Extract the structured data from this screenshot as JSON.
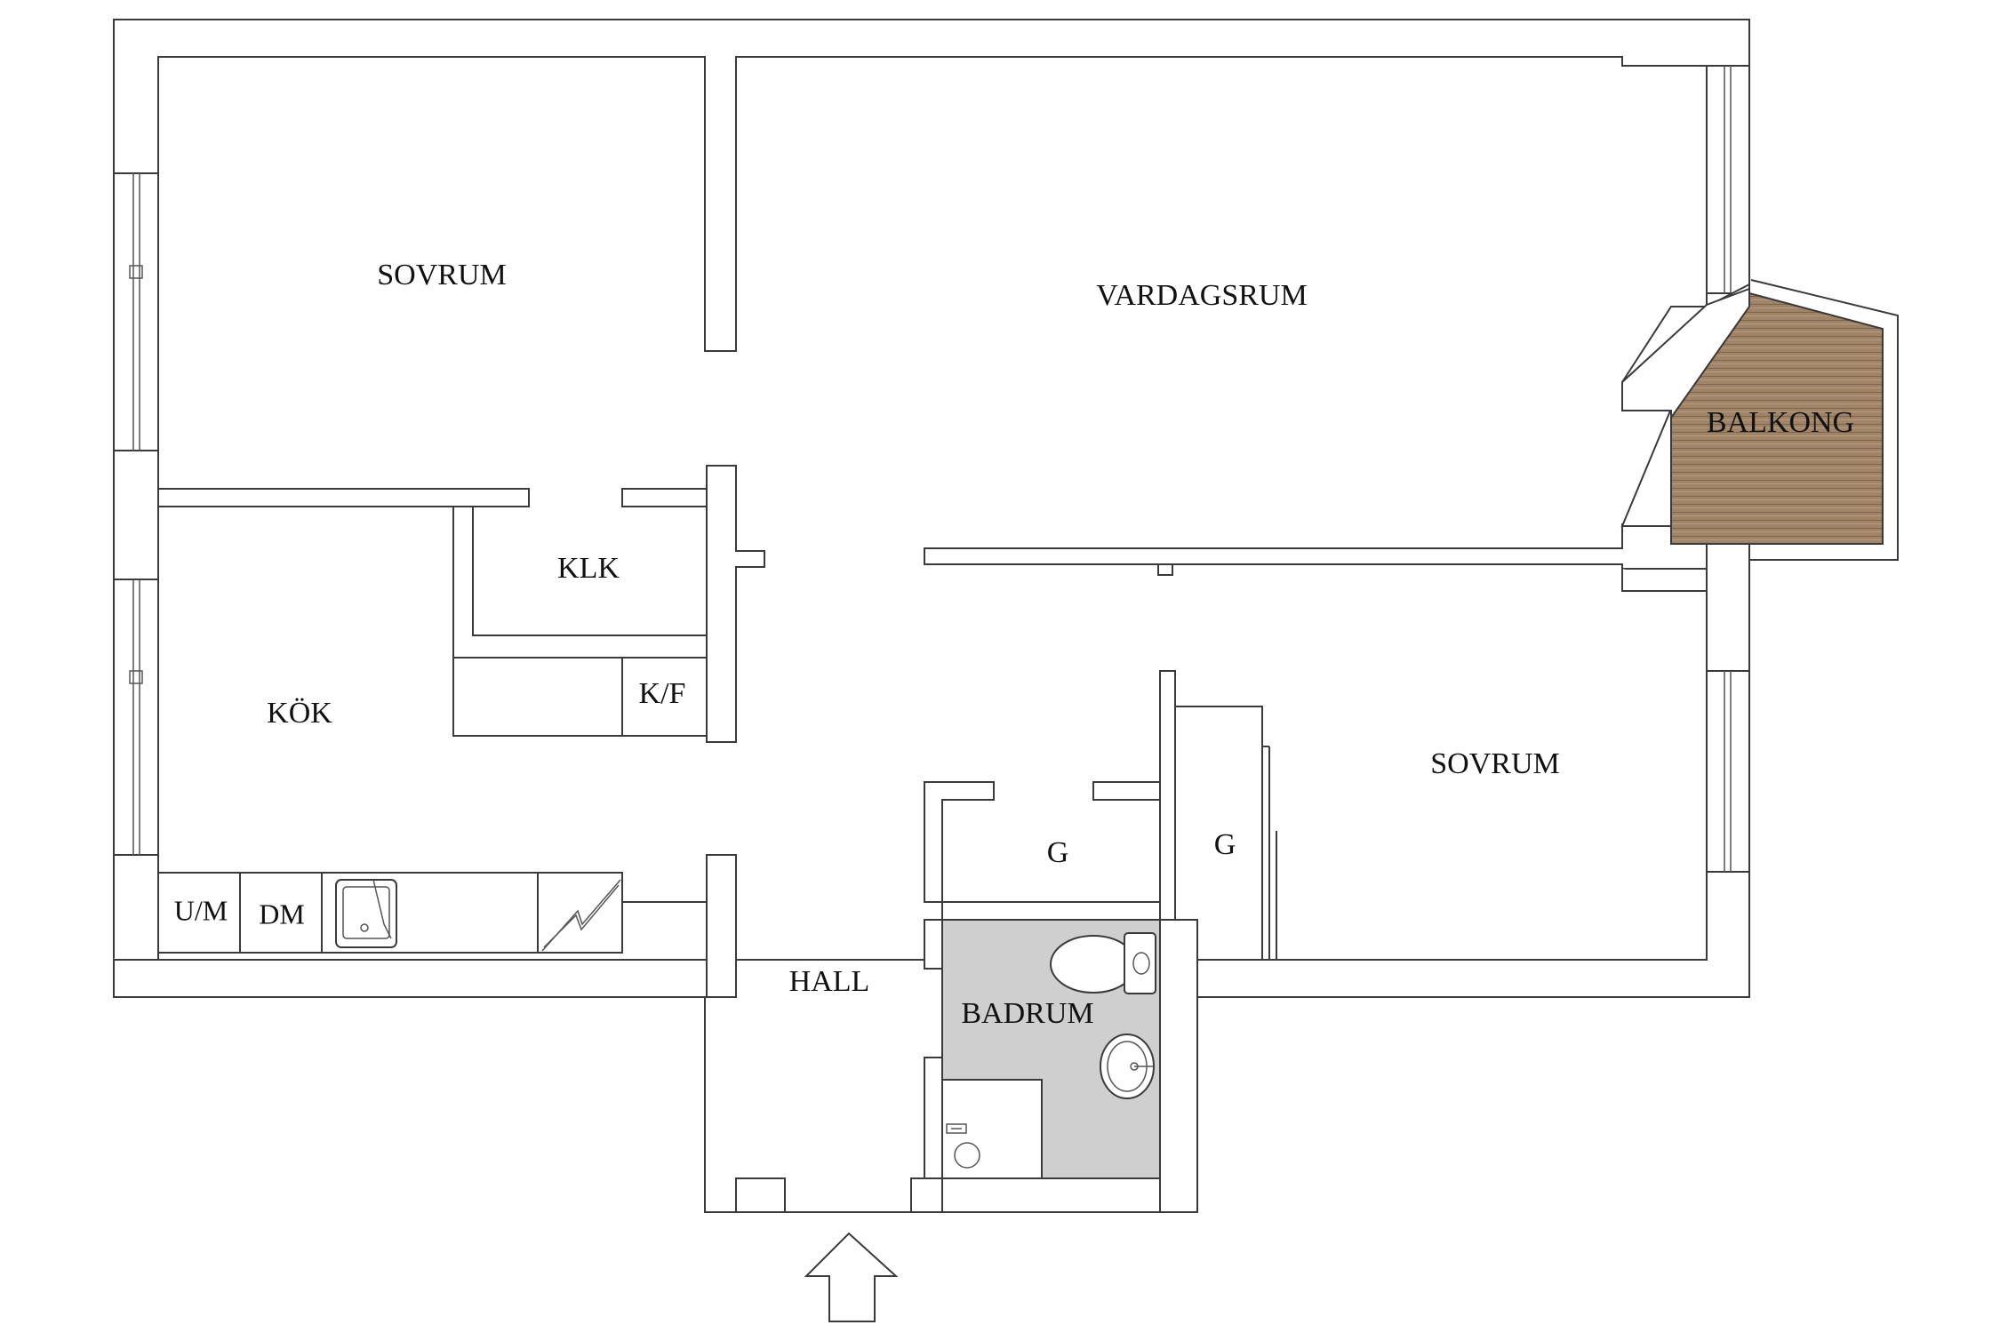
{
  "rooms": {
    "bedroom_1": "SOVRUM",
    "living_room": "VARDAGSRUM",
    "balcony": "BALKONG",
    "closet": "KLK",
    "fridge_freezer": "K/F",
    "kitchen": "KÖK",
    "bedroom_2": "SOVRUM",
    "wardrobe_1": "G",
    "wardrobe_2": "G",
    "hall": "HALL",
    "bathroom": "BADRUM",
    "microwave": "U/M",
    "dishwasher": "DM"
  },
  "colors": {
    "wall_stroke": "#3a3a3a",
    "bathroom_fill": "#cfcfcf",
    "balcony_fill": "#a08468",
    "background": "#ffffff"
  },
  "icons": {
    "entrance": "entrance-arrow-icon",
    "sink": "kitchen-sink-icon",
    "stove": "stove-icon",
    "toilet": "toilet-icon",
    "basin": "wash-basin-icon",
    "shower": "shower-icon"
  }
}
